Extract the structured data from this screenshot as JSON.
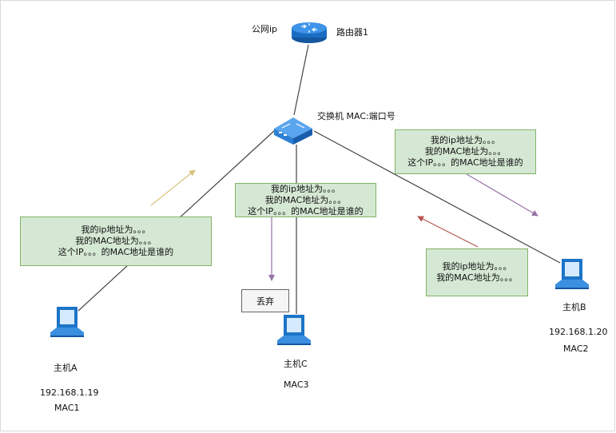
{
  "colors": {
    "note_fill": "#d5e8d4",
    "note_border": "#82b366",
    "line": "#555555",
    "arrow_a": "#d6c47a",
    "arrow_c": "#9673a6",
    "arrow_b_out": "#9673a6",
    "arrow_b_in": "#b85450",
    "device_blue": "#1c74c7"
  },
  "router": {
    "icon": "router-icon",
    "public_ip_label": "公网ip",
    "name": "路由器1"
  },
  "switch": {
    "icon": "switch-icon",
    "label": "交换机  MAC:端口号"
  },
  "hostA": {
    "icon": "laptop-icon",
    "name": "主机A",
    "ip": "192.168.1.19",
    "mac": "MAC1"
  },
  "hostB": {
    "icon": "laptop-icon",
    "name": "主机B",
    "ip": "192.168.1.20",
    "mac": "MAC2"
  },
  "hostC": {
    "icon": "laptop-icon",
    "name": "主机C",
    "mac": "MAC3"
  },
  "msgA": {
    "line1": "我的ip地址为。。。",
    "line2": "我的MAC地址为。。。",
    "line3": "这个IP。。。的MAC地址是谁的"
  },
  "msgC": {
    "line1": "我的ip地址为。。。",
    "line2": "我的MAC地址为。。。",
    "line3": "这个IP。。。的MAC地址是谁的"
  },
  "msgToB": {
    "line1": "我的ip地址为。。。",
    "line2": "我的MAC地址为。。。",
    "line3": "这个IP。。。的MAC地址是谁的"
  },
  "msgFromB": {
    "line1": "我的ip地址为。。。",
    "line2": "我的MAC地址为。。。"
  },
  "discard": {
    "label": "丢弃"
  }
}
